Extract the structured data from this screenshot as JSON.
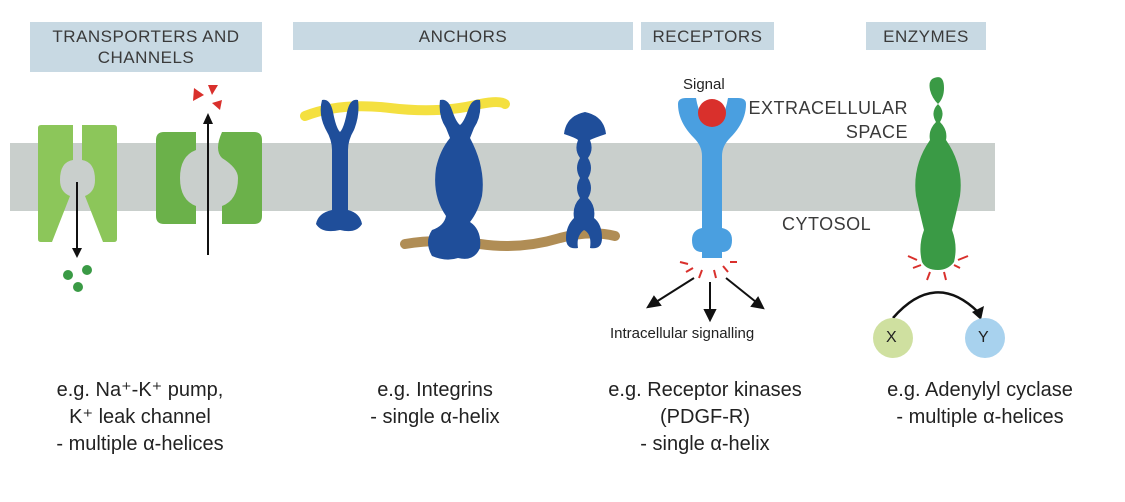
{
  "headers": {
    "transporters": "TRANSPORTERS AND\nCHANNELS",
    "anchors": "ANCHORS",
    "receptors": "RECEPTORS",
    "enzymes": "ENZYMES"
  },
  "regions": {
    "extracellular": "EXTRACELLULAR\nSPACE",
    "cytosol": "CYTOSOL"
  },
  "labels": {
    "signal": "Signal",
    "intracellular": "Intracellular signalling",
    "x": "X",
    "y": "Y"
  },
  "captions": {
    "transporters": "e.g. Na⁺-K⁺ pump,\nK⁺ leak channel\n- multiple α-helices",
    "anchors": "e.g. Integrins\n- single α-helix",
    "receptors": "e.g. Receptor kinases\n(PDGF-R)\n- single α-helix",
    "enzymes": "e.g. Adenylyl cyclase\n- multiple α-helices"
  },
  "colors": {
    "membrane": "#c9cfcc",
    "header_bg": "#c8d9e3",
    "transporter_light": "#8cc65a",
    "transporter_dark": "#6bb14a",
    "anchor": "#1f4e9a",
    "receptor": "#4a9fe0",
    "signal": "#d9302c",
    "enzyme": "#3a9a45",
    "yellow_fiber": "#f4e040",
    "brown_fiber": "#b08d55",
    "x_circle": "#cfe0a0",
    "y_circle": "#a8d2ee"
  }
}
